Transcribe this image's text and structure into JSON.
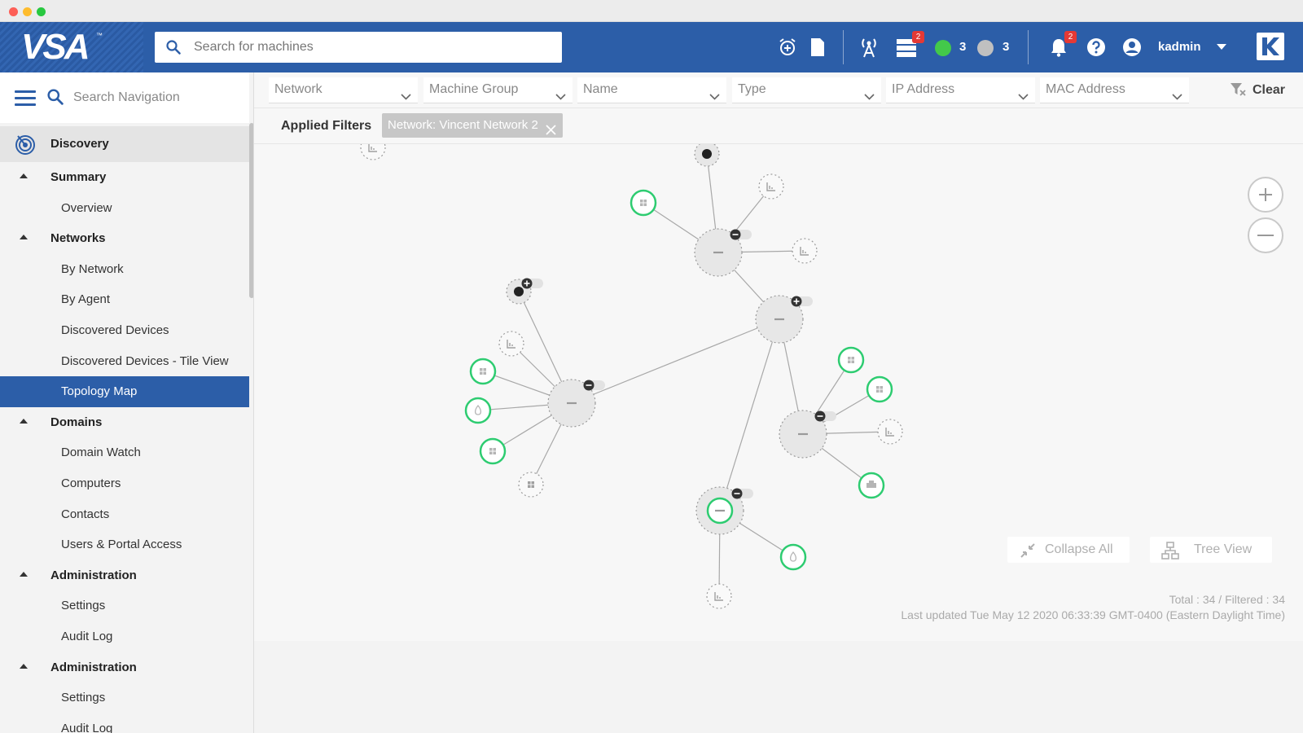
{
  "header": {
    "logo_text": "VSA",
    "logo_tm": "™",
    "search_placeholder": "Search for machines",
    "server_badge": "2",
    "online_count": "3",
    "offline_count": "3",
    "notification_badge": "2",
    "username": "kadmin",
    "colors": {
      "bar": "#2c5ea8",
      "online": "#43c94a",
      "offline": "#c0c0c0"
    }
  },
  "sidebar": {
    "search_placeholder": "Search Navigation",
    "module": "Discovery",
    "groups": [
      {
        "label": "Summary",
        "items": [
          "Overview"
        ]
      },
      {
        "label": "Networks",
        "items": [
          "By Network",
          "By Agent",
          "Discovered Devices",
          "Discovered Devices - Tile View",
          "Topology Map"
        ]
      },
      {
        "label": "Domains",
        "items": [
          "Domain Watch",
          "Computers",
          "Contacts",
          "Users & Portal Access"
        ]
      },
      {
        "label": "Administration",
        "items": [
          "Settings",
          "Audit Log"
        ]
      },
      {
        "label": "Administration",
        "items": [
          "Settings",
          "Audit Log"
        ]
      }
    ],
    "active_item": "Topology Map"
  },
  "filters": {
    "selects": [
      "Network",
      "Machine Group",
      "Name",
      "Type",
      "IP Address",
      "MAC Address"
    ],
    "clear_label": "Clear",
    "applied_label": "Applied Filters",
    "applied_chip": "Network: Vincent Network 2"
  },
  "map": {
    "collapse_all_label": "Collapse All",
    "tree_view_label": "Tree View",
    "total_text": "Total : 34 / Filtered : 34",
    "last_updated_text": "Last updated Tue May 12 2020 06:33:39 GMT-0400 (Eastern Daylight Time)",
    "node_color": "#2ecc71"
  }
}
